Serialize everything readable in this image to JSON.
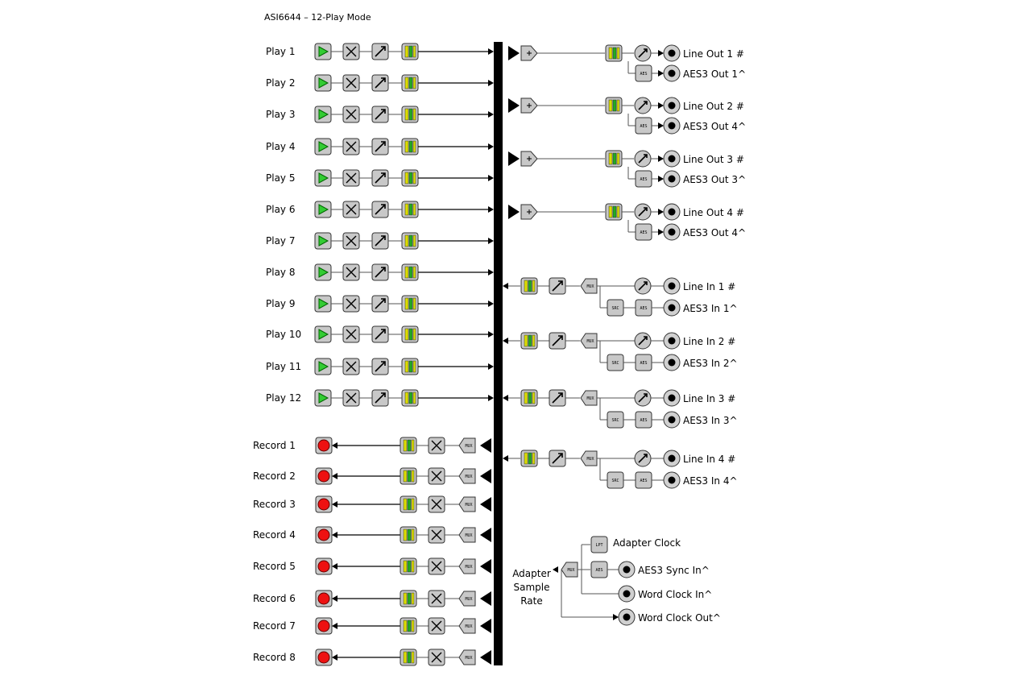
{
  "title": "ASI6644 – 12-Play Mode",
  "play_rows": [
    "Play 1",
    "Play 2",
    "Play 3",
    "Play 4",
    "Play 5",
    "Play 6",
    "Play 7",
    "Play 8",
    "Play 9",
    "Play 10",
    "Play 11",
    "Play 12"
  ],
  "record_rows": [
    "Record 1",
    "Record 2",
    "Record 3",
    "Record 4",
    "Record 5",
    "Record 6",
    "Record 7",
    "Record 8"
  ],
  "outputs": [
    {
      "line": "Line Out 1 #",
      "aes": "AES3 Out 1^"
    },
    {
      "line": "Line Out 2 #",
      "aes": "AES3 Out 4^"
    },
    {
      "line": "Line Out 3 #",
      "aes": "AES3 Out 3^"
    },
    {
      "line": "Line Out 4 #",
      "aes": "AES3 Out 4^"
    }
  ],
  "inputs": [
    {
      "line": "Line In 1 #",
      "aes": "AES3 In 1^"
    },
    {
      "line": "Line In 2 #",
      "aes": "AES3 In 2^"
    },
    {
      "line": "Line In 3 #",
      "aes": "AES3 In 3^"
    },
    {
      "line": "Line In 4 #",
      "aes": "AES3 In 4^"
    }
  ],
  "clock": {
    "rate_label": [
      "Adapter",
      "Sample",
      "Rate"
    ],
    "adapter_clock": "Adapter Clock",
    "aes_sync": "AES3 Sync In^",
    "word_in": "Word Clock In^",
    "word_out": "Word Clock Out^"
  },
  "node_tags": {
    "mux": "MUX",
    "aes": "AES",
    "src": "SRC",
    "lpt": "LPT"
  },
  "colors": {
    "play": "#33cc33",
    "record": "#ee1111",
    "meter_green": "#22aa22",
    "meter_yellow": "#dddd00",
    "bus": "#000000",
    "box": "#c8c8c8"
  }
}
